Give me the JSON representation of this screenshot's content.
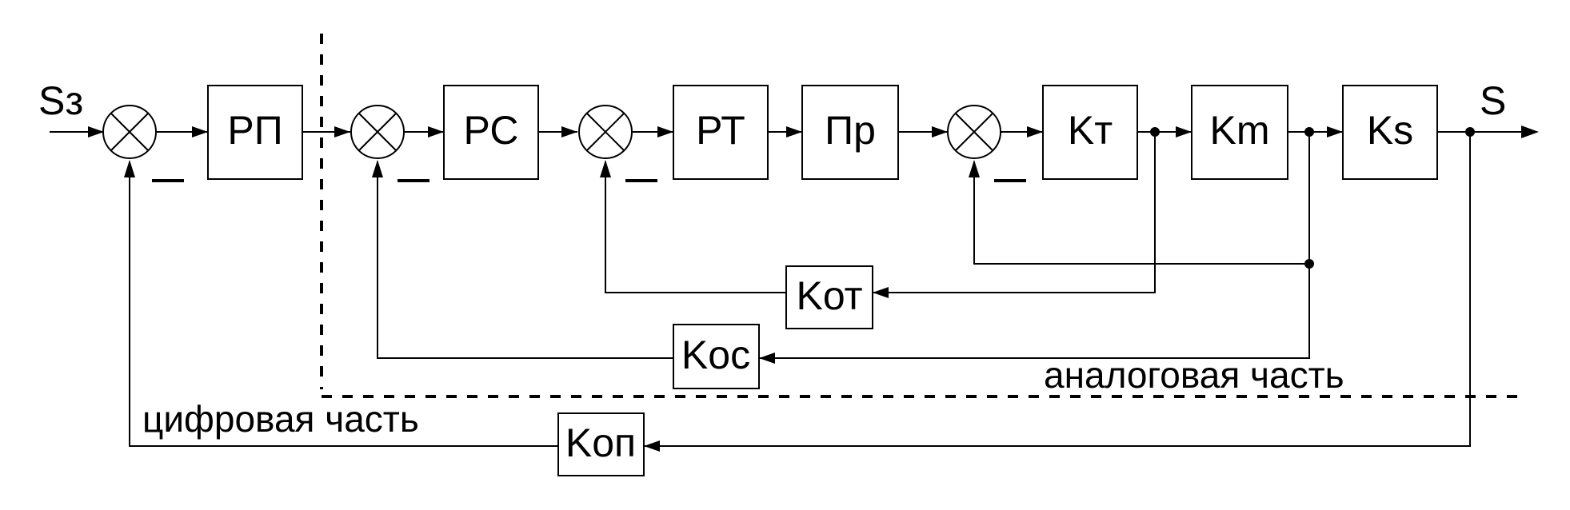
{
  "diagram": {
    "input_label": "Sз",
    "output_label": "S",
    "blocks": {
      "rp": "РП",
      "rs": "РС",
      "rt": "РТ",
      "pr": "Пр",
      "kt": "Kт",
      "km": "Km",
      "ks": "Ks",
      "kot": "Kот",
      "kos": "Kос",
      "kop": "Kоп"
    },
    "captions": {
      "analog": "аналоговая часть",
      "digital": "цифровая часть"
    }
  }
}
